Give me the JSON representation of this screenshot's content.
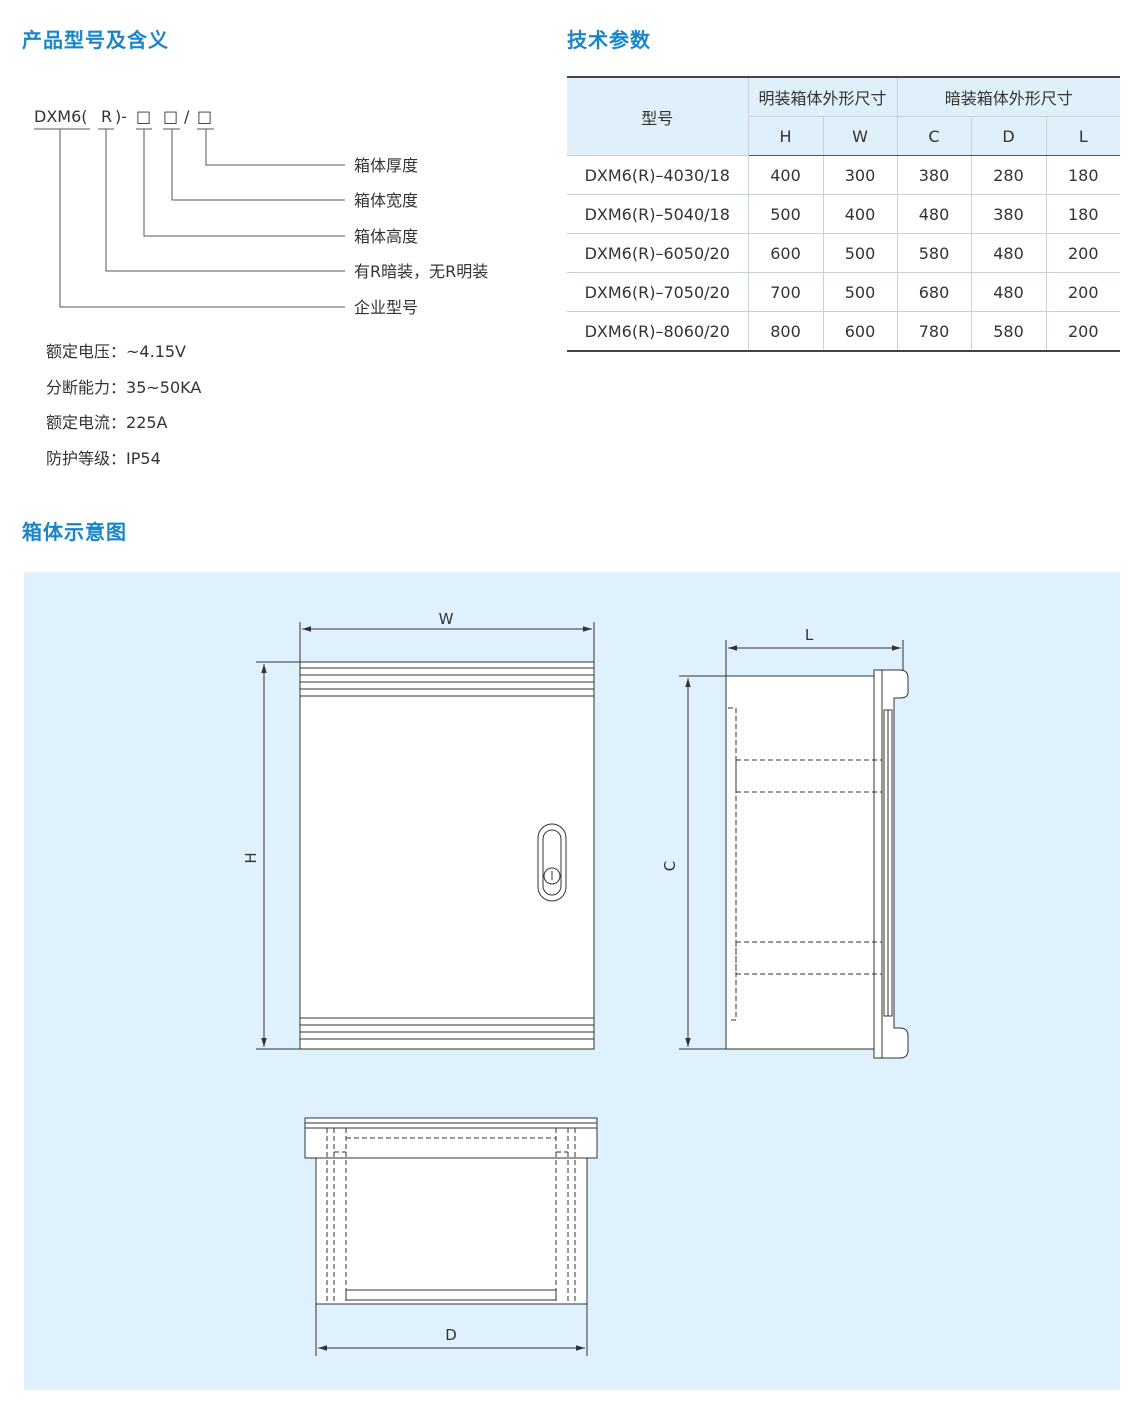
{
  "colors": {
    "heading": "#1a86c8",
    "panel_bg": "#dff1fc",
    "table_header_bg": "#e0f0fb"
  },
  "sections": {
    "model_meaning": "产品型号及含义",
    "tech_params": "技术参数",
    "box_diagram": "箱体示意图"
  },
  "model_code": {
    "prefix": "DXM6(",
    "r": "R",
    "close": ")-",
    "box1": "□",
    "box2": "□",
    "slash": "/",
    "box3": "□",
    "legend": [
      "箱体厚度",
      "箱体宽度",
      "箱体高度",
      "有R暗装，无R明装",
      "企业型号"
    ]
  },
  "ratings": [
    {
      "label": "额定电压：",
      "value": "~4.15V"
    },
    {
      "label": "分断能力：",
      "value": "35~50KA"
    },
    {
      "label": "额定电流：",
      "value": "225A"
    },
    {
      "label": "防护等级：",
      "value": "IP54"
    }
  ],
  "table": {
    "model_header": "型号",
    "surface_header": "明装箱体外形尺寸",
    "flush_header": "暗装箱体外形尺寸",
    "sub_headers": [
      "H",
      "W",
      "C",
      "D",
      "L"
    ],
    "rows": [
      [
        "DXM6(R)–4030/18",
        "400",
        "300",
        "380",
        "280",
        "180"
      ],
      [
        "DXM6(R)–5040/18",
        "500",
        "400",
        "480",
        "380",
        "180"
      ],
      [
        "DXM6(R)–6050/20",
        "600",
        "500",
        "580",
        "480",
        "200"
      ],
      [
        "DXM6(R)–7050/20",
        "700",
        "500",
        "680",
        "480",
        "200"
      ],
      [
        "DXM6(R)–8060/20",
        "800",
        "600",
        "780",
        "580",
        "200"
      ]
    ]
  },
  "diagram": {
    "w": "W",
    "h": "H",
    "l": "L",
    "c": "C",
    "d": "D"
  }
}
